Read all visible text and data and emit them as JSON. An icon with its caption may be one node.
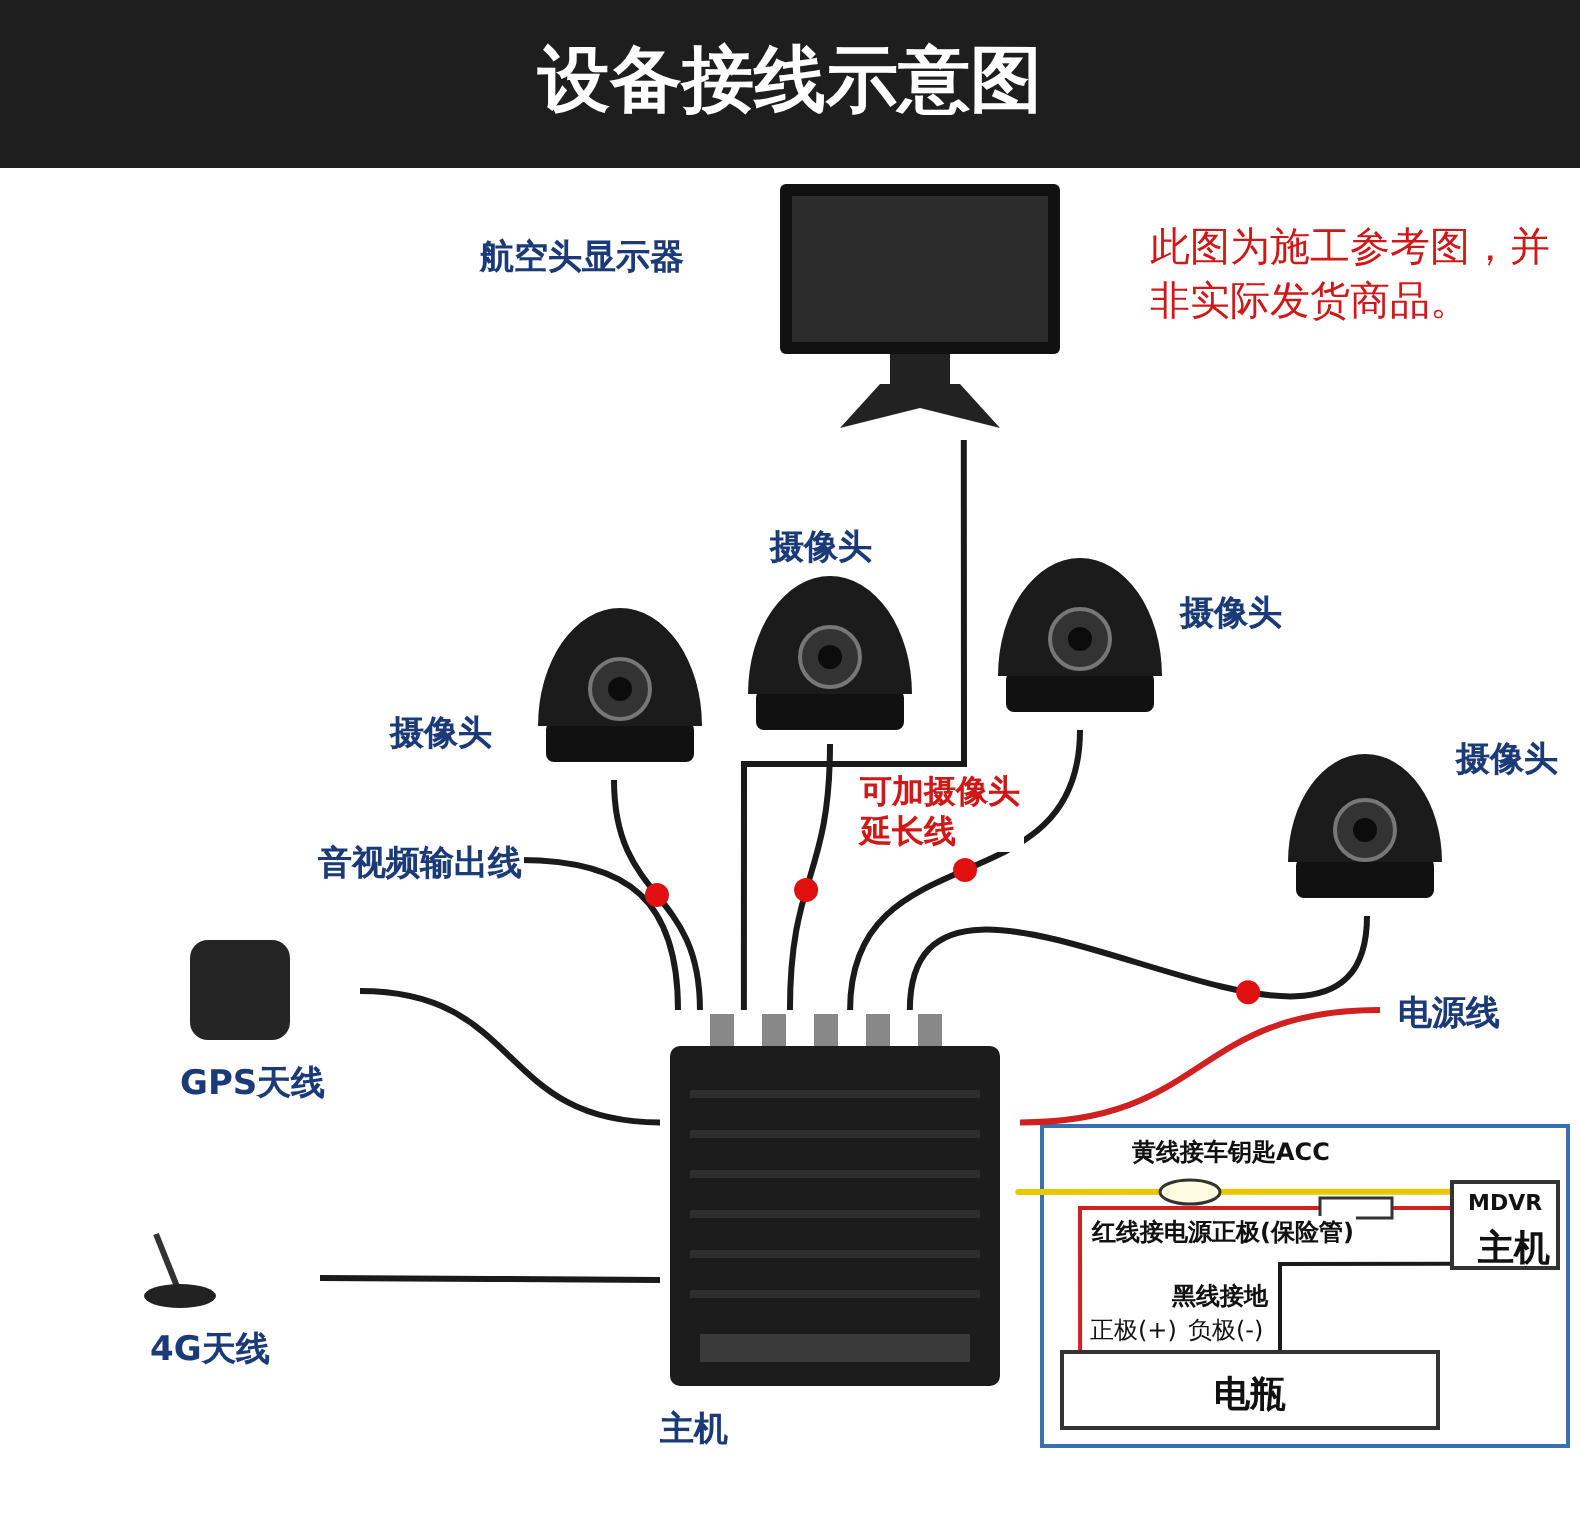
{
  "diagram": {
    "title": "设备接线示意图",
    "nodes": [
      {
        "text": [
          "航空头显示器"
        ]
      },
      {
        "text": [
          "摄像头"
        ]
      },
      {
        "text": [
          "摄像头"
        ]
      },
      {
        "text": [
          "摄像头"
        ]
      },
      {
        "text": [
          "摄像头"
        ]
      },
      {
        "text": [
          "主机"
        ]
      },
      {
        "text": [
          "GPS天线"
        ]
      },
      {
        "text": [
          "4G天线"
        ]
      },
      {
        "text": [
          "电瓶"
        ]
      },
      {
        "text": [
          "MDVR",
          "主机"
        ]
      }
    ],
    "edges": [
      {
        "from": 0,
        "to": 5,
        "arrow": "none"
      },
      {
        "from": 1,
        "to": 5,
        "arrow": "none"
      },
      {
        "from": 2,
        "to": 5,
        "arrow": "none"
      },
      {
        "from": 3,
        "to": 5,
        "arrow": "none"
      },
      {
        "from": 4,
        "to": 5,
        "arrow": "none"
      },
      {
        "from": null,
        "to": 5,
        "arrow": "none",
        "label": "音视频输出线"
      },
      {
        "from": 6,
        "to": 5,
        "arrow": "none"
      },
      {
        "from": 7,
        "to": 5,
        "arrow": "none"
      },
      {
        "from": null,
        "to": 5,
        "arrow": "none",
        "label": "电源线",
        "color": "#d02020"
      },
      {
        "from": 9,
        "to": null,
        "arrow": "none",
        "label": "黄线接车钥匙ACC",
        "color": "#e8c800"
      },
      {
        "from": 9,
        "to": 8,
        "arrow": "none",
        "label": "红线接电源正极(保险管)",
        "color": "#d02020"
      },
      {
        "from": 9,
        "to": 8,
        "arrow": "none",
        "label": "黑线接地"
      }
    ],
    "labels": [
      "此图为施工参考图，并非实际发货商品。",
      "可加摄像头延长线",
      "正极(+)",
      "负极(-)"
    ]
  }
}
